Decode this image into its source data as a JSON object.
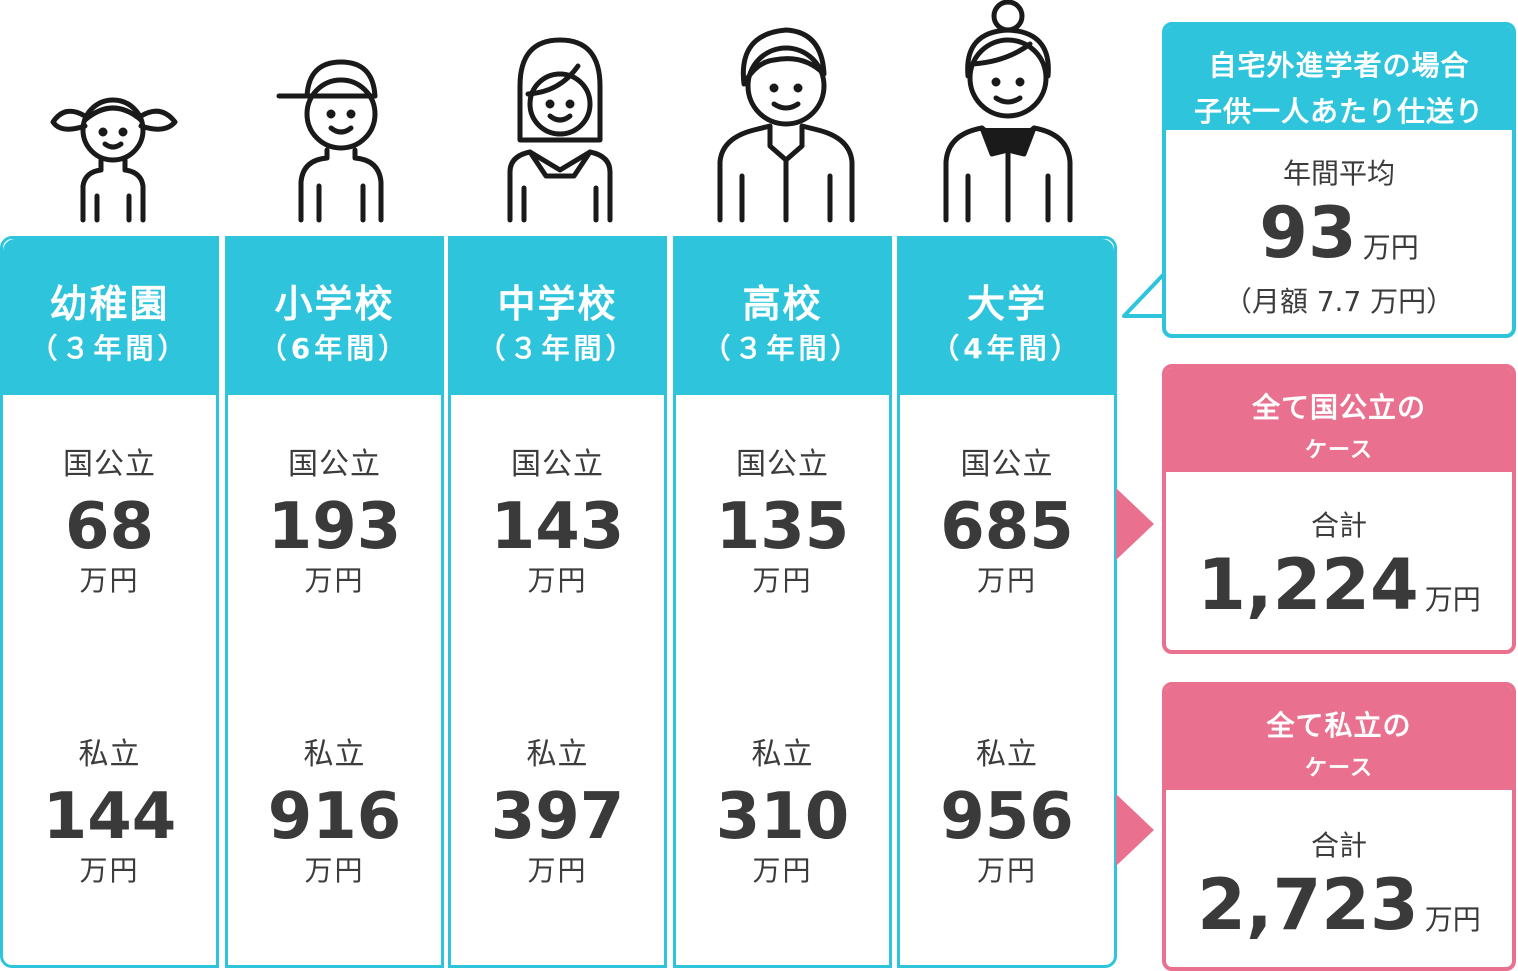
{
  "stages": [
    {
      "title": "幼稚園",
      "years": "（３年間）",
      "public_label": "国公立",
      "public_value": "68",
      "private_label": "私立",
      "private_value": "144",
      "unit": "万円",
      "icon": "girl-pigtails-icon"
    },
    {
      "title": "小学校",
      "years": "（6年間）",
      "public_label": "国公立",
      "public_value": "193",
      "private_label": "私立",
      "private_value": "916",
      "unit": "万円",
      "icon": "boy-cap-icon"
    },
    {
      "title": "中学校",
      "years": "（３年間）",
      "public_label": "国公立",
      "public_value": "143",
      "private_label": "私立",
      "private_value": "397",
      "unit": "万円",
      "icon": "girl-sailor-uniform-icon"
    },
    {
      "title": "高校",
      "years": "（３年間）",
      "public_label": "国公立",
      "public_value": "135",
      "private_label": "私立",
      "private_value": "310",
      "unit": "万円",
      "icon": "boy-school-uniform-icon"
    },
    {
      "title": "大学",
      "years": "（4年間）",
      "public_label": "国公立",
      "public_value": "685",
      "private_label": "私立",
      "private_value": "956",
      "unit": "万円",
      "icon": "woman-bun-icon"
    }
  ],
  "allowance": {
    "heading1": "自宅外進学者の場合",
    "heading2": "子供一人あたり仕送り",
    "label": "年間平均",
    "value": "93",
    "unit": "万円",
    "note": "（月額 7.7 万円）"
  },
  "all_public": {
    "heading1": "全て国公立の",
    "heading2": "ケース",
    "label": "合計",
    "value": "1,224",
    "unit": "万円"
  },
  "all_private": {
    "heading1": "全て私立の",
    "heading2": "ケース",
    "label": "合計",
    "value": "2,723",
    "unit": "万円"
  },
  "colors": {
    "teal": "#2ec5dc",
    "pink": "#e9718f",
    "text": "#3c3c3c"
  }
}
